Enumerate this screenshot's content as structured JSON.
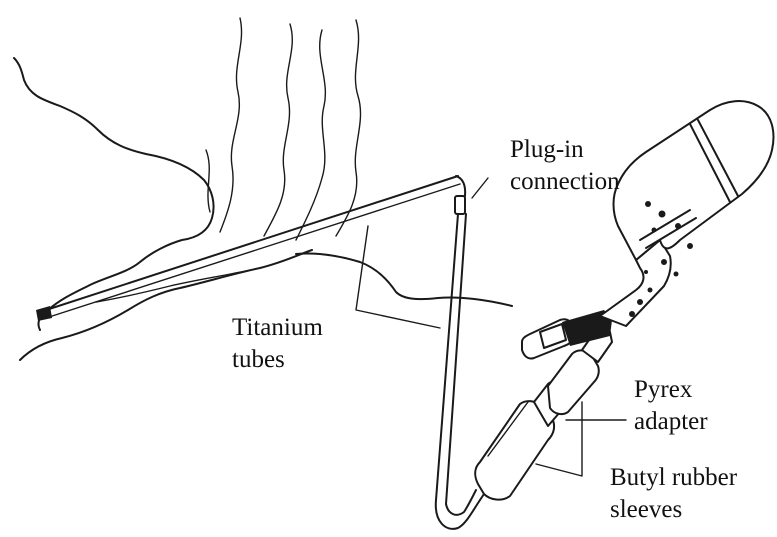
{
  "labels": {
    "plug_in": [
      "Plug-in",
      "connection"
    ],
    "titanium": [
      "Titanium",
      "tubes"
    ],
    "pyrex": [
      "Pyrex",
      "adapter"
    ],
    "butyl": [
      "Butyl rubber",
      "sleeves"
    ]
  }
}
